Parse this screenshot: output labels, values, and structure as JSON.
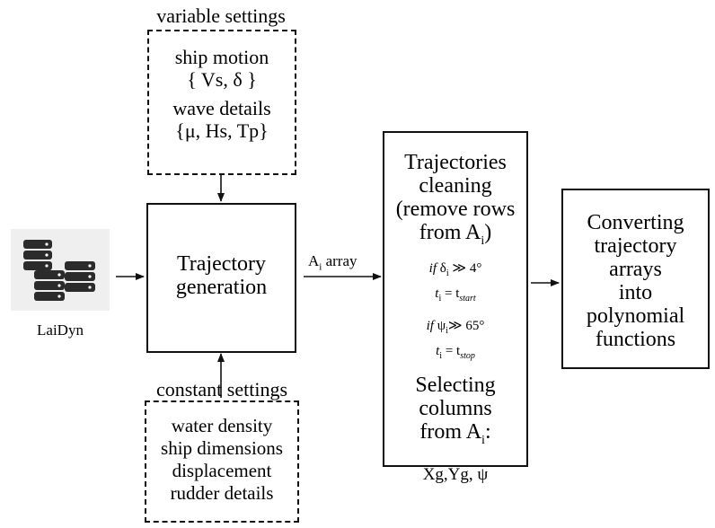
{
  "variable_settings": {
    "heading": "variable settings",
    "line1": "ship motion",
    "line2": "{ Vs, δ }",
    "line3": "wave details",
    "line4": "{μ, Hs, Tp}"
  },
  "constant_settings": {
    "heading": "constant settings",
    "items": [
      "water density",
      "ship dimensions",
      "displacement",
      "rudder details"
    ]
  },
  "database": {
    "label": "LaiDyn",
    "icon": "database-stack-icon"
  },
  "generation": {
    "line1": "Trajectory",
    "line2": "generation"
  },
  "edge_label": {
    "main": "A",
    "sub": "i",
    "rest": " array"
  },
  "cleaning": {
    "line1": "Trajectories",
    "line2": "cleaning",
    "line3": "(remove rows",
    "line4a": "from A",
    "line4sub": "i",
    "line4b": ")",
    "cond1_if": "if",
    "cond1_sym": " δ",
    "cond1_sub": "i",
    "cond1_rest": " ≫ 4°",
    "cond1_t": "t",
    "cond1_tsub": "i",
    "cond1_eq": " = t",
    "cond1_start": "start",
    "cond2_if": "if",
    "cond2_sym": " ψ",
    "cond2_sub": "i",
    "cond2_rest": "≫ 65°",
    "cond2_t": "t",
    "cond2_tsub": "i",
    "cond2_eq": " = t",
    "cond2_stop": "stop",
    "sel1": "Selecting",
    "sel2": "columns",
    "sel3a": "from A",
    "sel3sub": "i",
    "sel3b": ":",
    "cols": "Xg,Yg, ψ"
  },
  "converting": {
    "lines": [
      "Converting",
      "trajectory",
      "arrays",
      "into",
      "polynomial",
      "functions"
    ]
  }
}
